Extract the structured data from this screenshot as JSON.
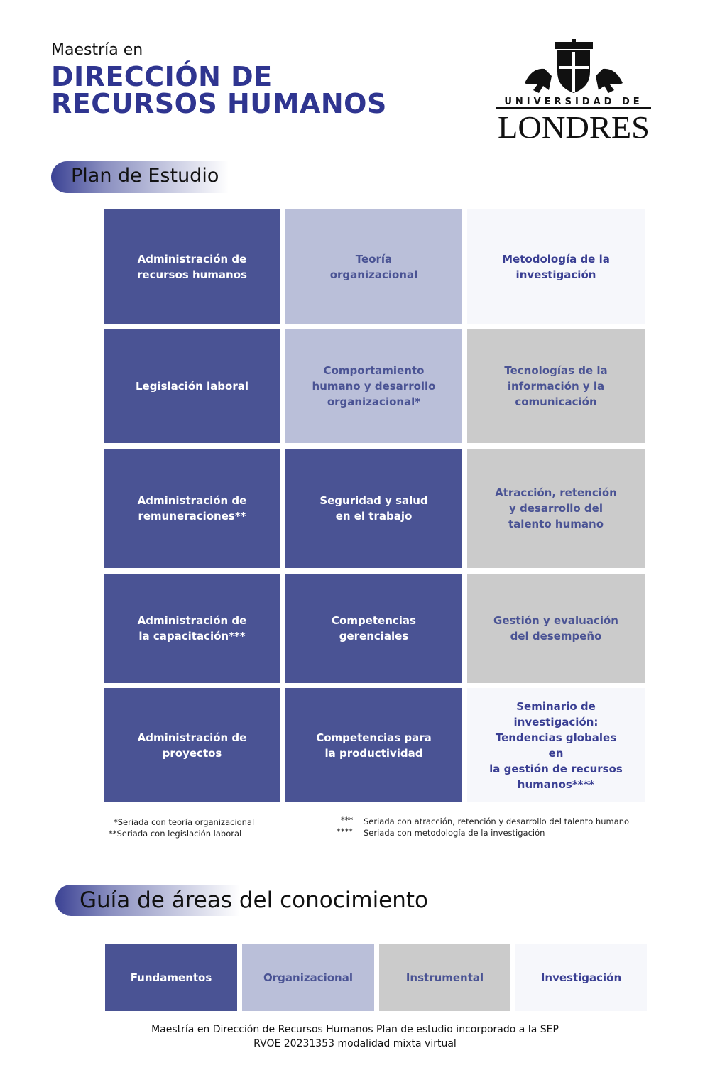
{
  "header": {
    "subtitle": "Maestría en",
    "title_line1": "DIRECCIÓN DE",
    "title_line2": "RECURSOS HUMANOS"
  },
  "logo": {
    "line1": "UNIVERSIDAD DE",
    "line2": "LONDRES"
  },
  "plan": {
    "heading": "Plan de Estudio",
    "cells": [
      {
        "text": "Administración de\nrecursos humanos",
        "area": "dark"
      },
      {
        "text": "Teoría\norganizacional",
        "area": "light"
      },
      {
        "text": "Metodología de la\ninvestigación",
        "area": "white"
      },
      {
        "text": "Legislación laboral",
        "area": "dark"
      },
      {
        "text": "Comportamiento\nhumano y desarrollo\norganizacional*",
        "area": "light"
      },
      {
        "text": "Tecnologías de la\ninformación y la\ncomunicación",
        "area": "gray"
      },
      {
        "text": "Administración de\nremuneraciones**",
        "area": "dark"
      },
      {
        "text": "Seguridad y salud\nen el trabajo",
        "area": "dark"
      },
      {
        "text": "Atracción, retención\ny desarrollo del\ntalento humano",
        "area": "gray"
      },
      {
        "text": "Administración de\nla capacitación***",
        "area": "dark"
      },
      {
        "text": "Competencias\ngerenciales",
        "area": "dark"
      },
      {
        "text": "Gestión y evaluación\ndel desempeño",
        "area": "gray"
      },
      {
        "text": "Administración de\nproyectos",
        "area": "dark"
      },
      {
        "text": "Competencias para\nla productividad",
        "area": "dark"
      },
      {
        "text": "Seminario de\ninvestigación:\nTendencias globales en\nla gestión de recursos\nhumanos****",
        "area": "white"
      }
    ],
    "notes": {
      "n1": "*Seriada con teoría organizacional",
      "n2": "**Seriada con legislación laboral",
      "m3": "***",
      "n3": "Seriada con atracción, retención y desarrollo del talento humano",
      "m4": "****",
      "n4": "Seriada con metodología de la investigación"
    }
  },
  "guide": {
    "heading": "Guía de áreas del conocimiento",
    "areas": [
      "Fundamentos",
      "Organizacional",
      "Instrumental",
      "Investigación"
    ]
  },
  "footer": {
    "line1": "Maestría en Dirección de Recursos Humanos Plan de estudio incorporado a la SEP",
    "line2": "RVOE 20231353  modalidad mixta virtual"
  },
  "colors": {
    "dark": "#4a5394",
    "light": "#babfd9",
    "gray": "#cbcbcb",
    "white": "#f6f7fb",
    "title": "#2f3590"
  }
}
